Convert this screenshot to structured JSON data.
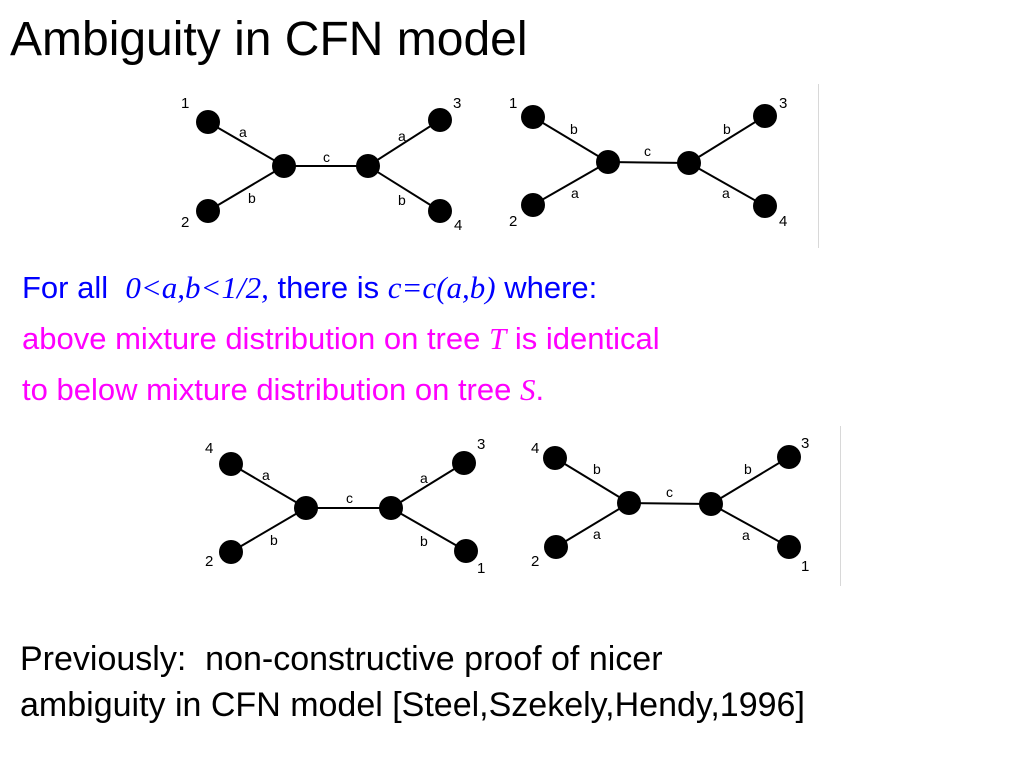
{
  "title": "Ambiguity in CFN model",
  "trees_top": [
    {
      "leaves": {
        "top_left": "1",
        "bottom_left": "2",
        "top_right": "3",
        "bottom_right": "4"
      },
      "edges": {
        "top_left": "a",
        "bottom_left": "b",
        "center": "c",
        "top_right": "a",
        "bottom_right": "b"
      }
    },
    {
      "leaves": {
        "top_left": "1",
        "bottom_left": "2",
        "top_right": "3",
        "bottom_right": "4"
      },
      "edges": {
        "top_left": "b",
        "bottom_left": "a",
        "center": "c",
        "top_right": "b",
        "bottom_right": "a"
      }
    }
  ],
  "statement": {
    "line1": {
      "prefix": "For all",
      "condition": "0<a,b<1/2,",
      "middle": "there is",
      "function": "c=c(a,b)",
      "suffix": "where:"
    },
    "line2": {
      "text": "above mixture distribution on tree",
      "tree": "T",
      "suffix": "is identical"
    },
    "line3": {
      "text": "to below mixture distribution on tree",
      "tree": "S",
      "suffix": "."
    }
  },
  "trees_bottom": [
    {
      "leaves": {
        "top_left": "4",
        "bottom_left": "2",
        "top_right": "3",
        "bottom_right": "1"
      },
      "edges": {
        "top_left": "a",
        "bottom_left": "b",
        "center": "c",
        "top_right": "a",
        "bottom_right": "b"
      }
    },
    {
      "leaves": {
        "top_left": "4",
        "bottom_left": "2",
        "top_right": "3",
        "bottom_right": "1"
      },
      "edges": {
        "top_left": "b",
        "bottom_left": "a",
        "center": "c",
        "top_right": "b",
        "bottom_right": "a"
      }
    }
  ],
  "footer": {
    "line1": "Previously:  non-constructive proof of nicer",
    "line2": "ambiguity in CFN model [Steel,Szekely,Hendy,1996]"
  }
}
